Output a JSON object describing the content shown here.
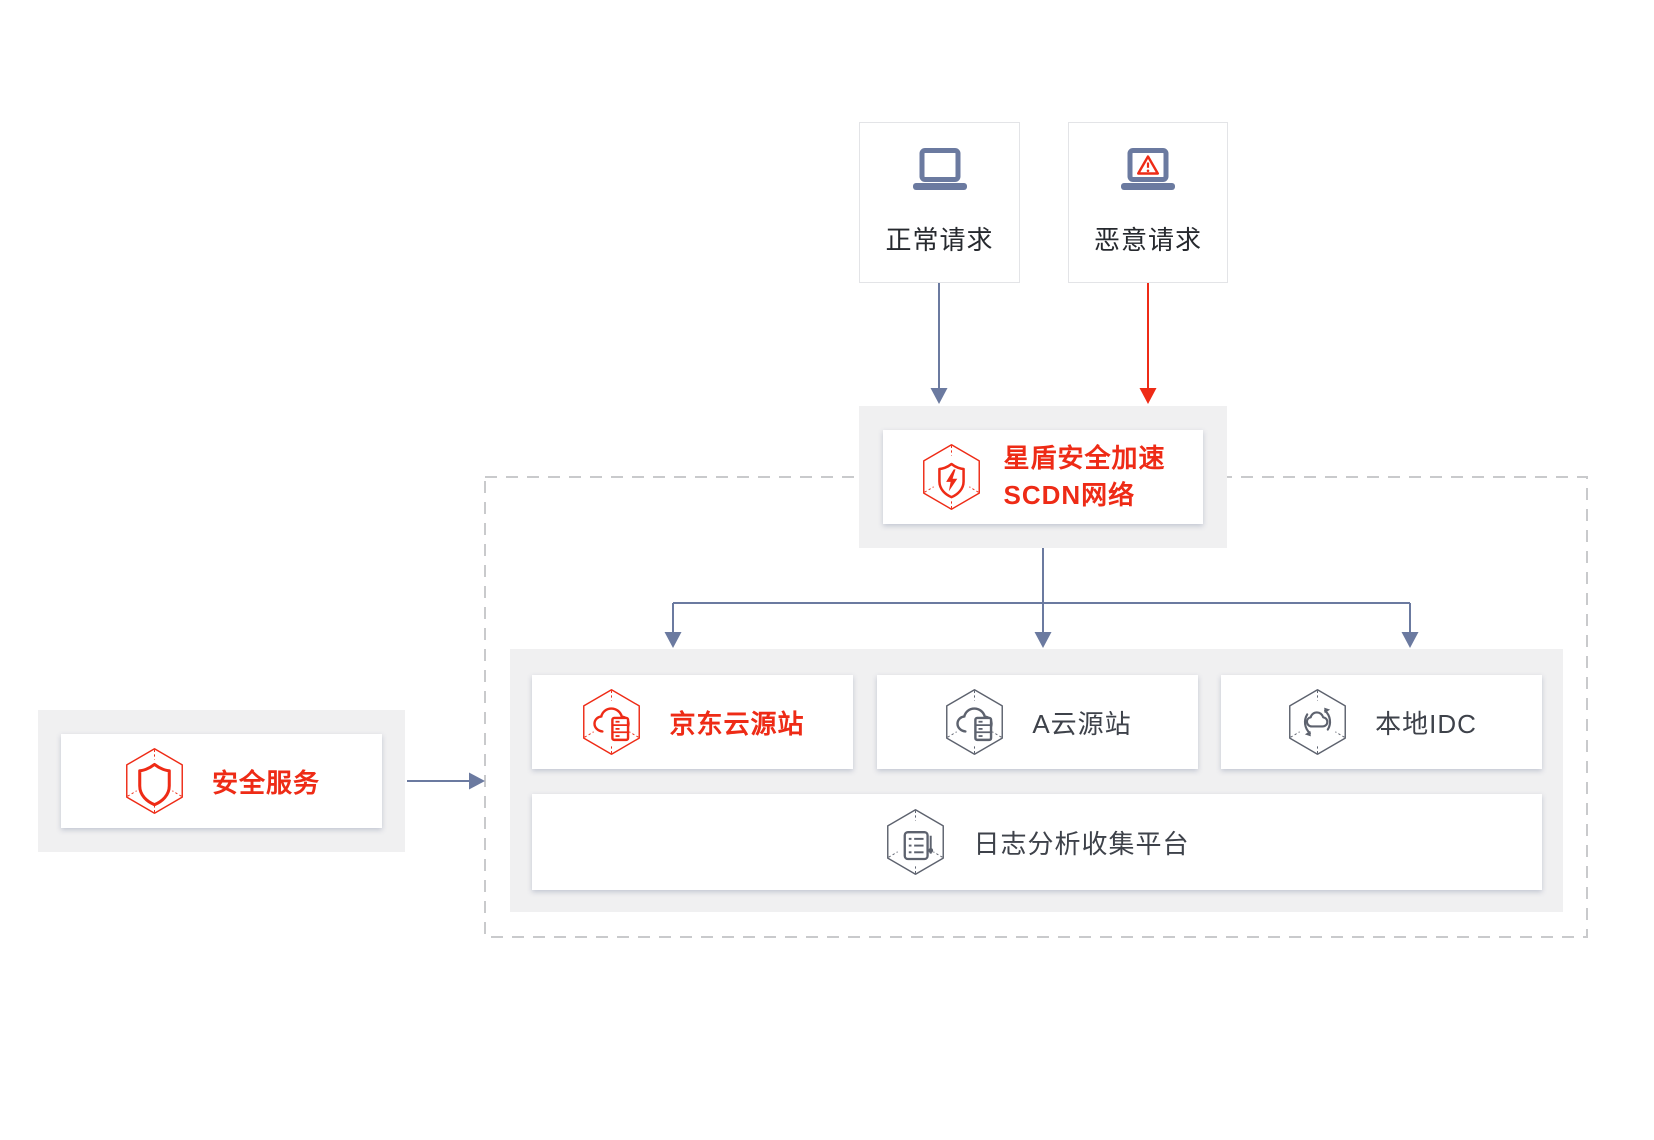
{
  "diagram": {
    "type": "architecture-flow",
    "product": "SCDN"
  },
  "colors": {
    "red": "#ee2b16",
    "slate": "#6b7aa0",
    "panel_gray": "#f0f0f1",
    "dashed_border": "#c9cacc",
    "dark_text": "#26292e",
    "gray_text": "#3e424a",
    "gray_icon": "#5d626e"
  },
  "nodes": {
    "normal_request": {
      "label": "正常请求",
      "icon": "laptop-icon"
    },
    "malicious_request": {
      "label": "恶意请求",
      "icon": "laptop-warning-icon"
    },
    "scdn": {
      "title_line1": "星盾安全加速",
      "title_line2": "SCDN网络",
      "icon": "hexagon-shield-bolt-icon"
    },
    "jd_origin": {
      "label": "京东云源站",
      "icon": "hexagon-cloud-server-red-icon"
    },
    "a_cloud_origin": {
      "label": "A云源站",
      "icon": "hexagon-cloud-server-gray-icon"
    },
    "local_idc": {
      "label": "本地IDC",
      "icon": "hexagon-cloud-sync-icon"
    },
    "log_platform": {
      "label": "日志分析收集平台",
      "icon": "hexagon-document-icon"
    },
    "security_service": {
      "label": "安全服务",
      "icon": "hexagon-shield-icon"
    }
  },
  "edges": [
    {
      "from": "normal_request",
      "to": "scdn",
      "style": "slate-arrow"
    },
    {
      "from": "malicious_request",
      "to": "scdn",
      "style": "red-arrow"
    },
    {
      "from": "scdn",
      "to": "jd_origin",
      "style": "slate-arrow"
    },
    {
      "from": "scdn",
      "to": "a_cloud_origin",
      "style": "slate-arrow"
    },
    {
      "from": "scdn",
      "to": "local_idc",
      "style": "slate-arrow"
    },
    {
      "from": "security_service",
      "to": "origin-zone",
      "style": "slate-arrow"
    }
  ]
}
